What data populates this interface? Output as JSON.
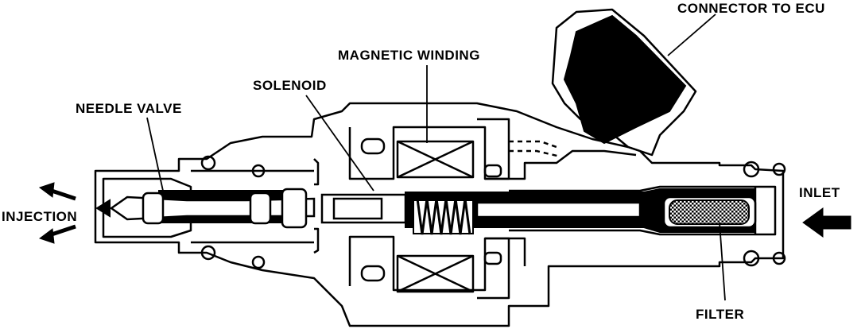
{
  "labels": {
    "connector": "CONNECTOR TO ECU",
    "magnetic_winding": "MAGNETIC WINDING",
    "solenoid": "SOLENOID",
    "needle_valve": "NEEDLE VALVE",
    "injection": "INJECTION",
    "inlet": "INLET",
    "filter": "FILTER"
  },
  "colors": {
    "ink": "#000000",
    "paper": "#ffffff"
  }
}
